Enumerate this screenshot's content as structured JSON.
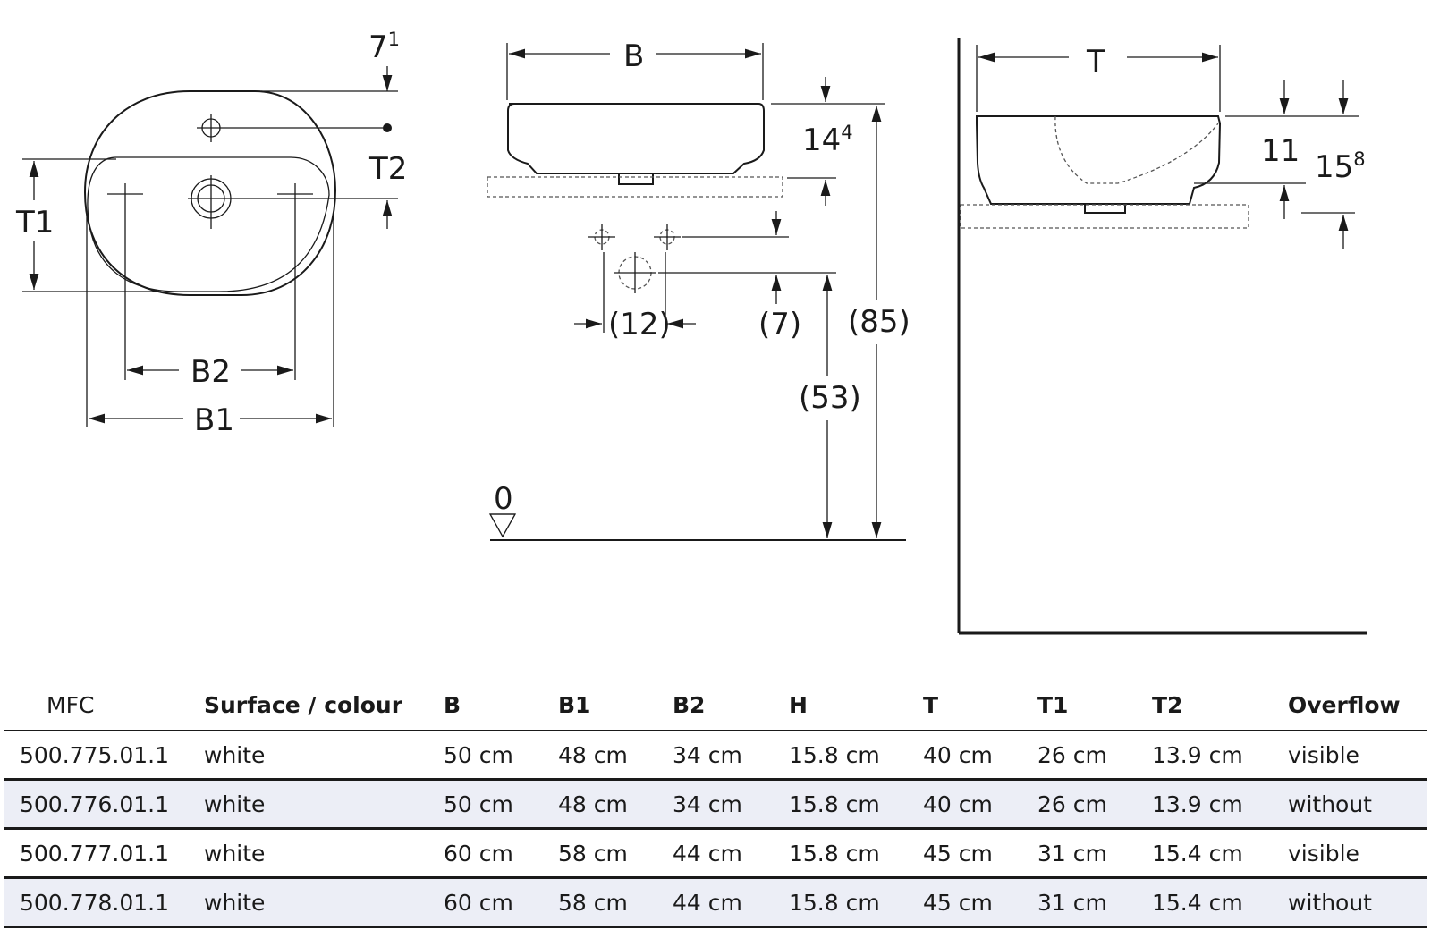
{
  "diagram": {
    "plan": {
      "dim_depth_top": "7",
      "dim_depth_top_sup": "1",
      "label_t1": "T1",
      "label_t2": "T2",
      "label_b1": "B1",
      "label_b2": "B2"
    },
    "front": {
      "label_b": "B",
      "dim_height": "14",
      "dim_height_sup": "4",
      "dim_tap_spacing": "(12)",
      "dim_tap_offset": "(7)",
      "dim_tap_height": "(53)",
      "dim_total_height": "(85)",
      "floor_label": "0"
    },
    "side": {
      "label_t": "T",
      "dim_inner": "11",
      "dim_outer": "15",
      "dim_outer_sup": "8"
    }
  },
  "table": {
    "headers": [
      "MFC",
      "Surface / colour",
      "B",
      "B1",
      "B2",
      "H",
      "T",
      "T1",
      "T2",
      "Overflow"
    ],
    "rows": [
      [
        "500.775.01.1",
        "white",
        "50 cm",
        "48 cm",
        "34 cm",
        "15.8 cm",
        "40 cm",
        "26 cm",
        "13.9 cm",
        "visible"
      ],
      [
        "500.776.01.1",
        "white",
        "50 cm",
        "48 cm",
        "34 cm",
        "15.8 cm",
        "40 cm",
        "26 cm",
        "13.9 cm",
        "without"
      ],
      [
        "500.777.01.1",
        "white",
        "60 cm",
        "58 cm",
        "44 cm",
        "15.8 cm",
        "45 cm",
        "31 cm",
        "15.4 cm",
        "visible"
      ],
      [
        "500.778.01.1",
        "white",
        "60 cm",
        "58 cm",
        "44 cm",
        "15.8 cm",
        "45 cm",
        "31 cm",
        "15.4 cm",
        "without"
      ]
    ]
  }
}
